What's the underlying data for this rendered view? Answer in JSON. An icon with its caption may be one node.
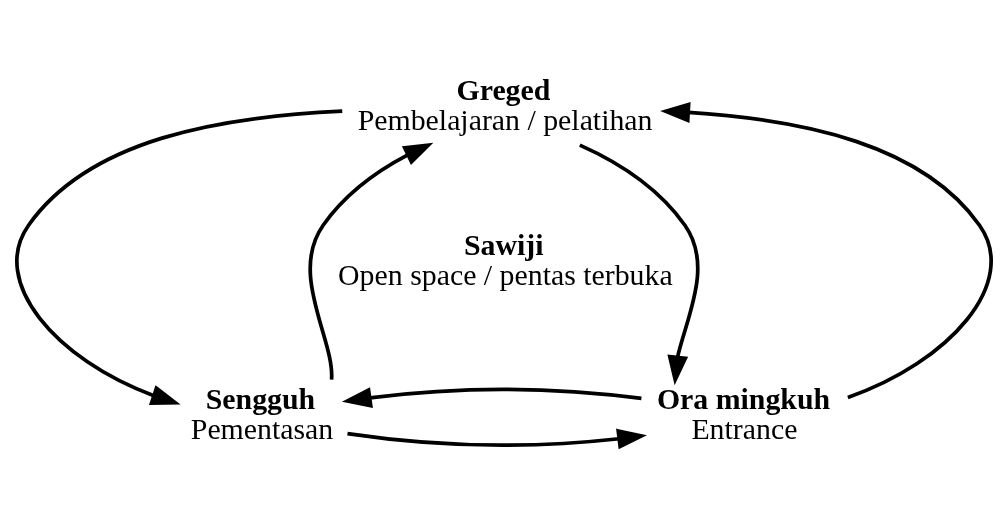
{
  "diagram": {
    "nodes": [
      {
        "text": [
          "Greged",
          "Pembelajaran / pelatihan"
        ]
      },
      {
        "text": [
          "Sawiji",
          "Open space / pentas terbuka"
        ]
      },
      {
        "text": [
          "Sengguh",
          "Pementasan"
        ]
      },
      {
        "text": [
          "Ora mingkuh",
          "Entrance"
        ]
      }
    ],
    "edges": [
      {
        "from": 2,
        "to": 0,
        "arrow": "to"
      },
      {
        "from": 0,
        "to": 2,
        "arrow": "to"
      },
      {
        "from": 0,
        "to": 3,
        "arrow": "to"
      },
      {
        "from": 3,
        "to": 0,
        "arrow": "to"
      },
      {
        "from": 2,
        "to": 3,
        "arrow": "to"
      },
      {
        "from": 3,
        "to": 2,
        "arrow": "to"
      }
    ]
  }
}
